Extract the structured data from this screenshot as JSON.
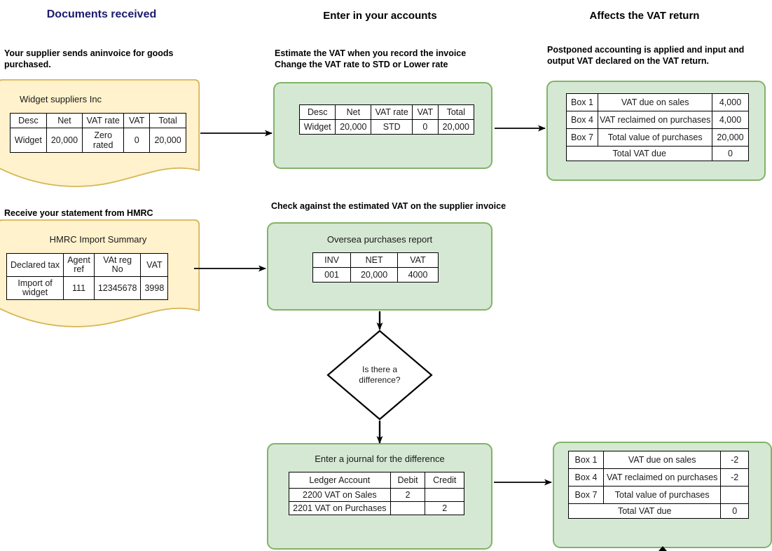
{
  "columns": [
    {
      "id": "documents-received",
      "title": "Documents received",
      "color": "#1b1a6e"
    },
    {
      "id": "enter-in-your-accounts",
      "title": "Enter in your accounts",
      "color": "#000000"
    },
    {
      "id": "affects-the-vat-return",
      "title": "Affects the VAT return",
      "color": "#000000"
    }
  ],
  "captions": {
    "supplier_invoice": "Your supplier sends aninvoice for goods purchased.",
    "estimate_vat": "Estimate the VAT when you record the invoice\nChange the VAT rate  to STD or Lower rate",
    "postponed_accounting": "Postponed accounting is applied and input and output VAT declared on the VAT return.",
    "hmrc_statement": "Receive your statement from HMRC",
    "check_estimate": "Check against the estimated VAT on the supplier invoice"
  },
  "supplier_invoice_card": {
    "title": "Widget suppliers Inc",
    "headers": [
      "Desc",
      "Net",
      "VAT rate",
      "VAT",
      "Total"
    ],
    "rows": [
      [
        "Widget",
        "20,000",
        "Zero rated",
        "0",
        "20,000"
      ]
    ]
  },
  "hmrc_card": {
    "title": "HMRC Import Summary",
    "headers": [
      "Declared tax",
      "Agent ref",
      "VAt reg No",
      "VAT"
    ],
    "rows": [
      [
        "Import of widget",
        "111",
        "12345678",
        "3998"
      ]
    ]
  },
  "accounts_entry_box": {
    "headers": [
      "Desc",
      "Net",
      "VAT rate",
      "VAT",
      "Total"
    ],
    "rows": [
      [
        "Widget",
        "20,000",
        "STD",
        "0",
        "20,000"
      ]
    ]
  },
  "oversea_report_box": {
    "title": "Oversea purchases report",
    "headers": [
      "INV",
      "NET",
      "VAT"
    ],
    "rows": [
      [
        "001",
        "20,000",
        "4000"
      ]
    ]
  },
  "decision": {
    "label": "Is there a\ndifference?"
  },
  "journal_box": {
    "title": "Enter a journal for the difference",
    "headers": [
      "Ledger Account",
      "Debit",
      "Credit"
    ],
    "rows": [
      [
        "2200 VAT on Sales",
        "2",
        ""
      ],
      [
        "2201 VAT on Purchases",
        "",
        "2"
      ]
    ]
  },
  "vat_return_top": {
    "rows": [
      {
        "box": "Box 1",
        "label": "VAT due on sales",
        "value": "4,000"
      },
      {
        "box": "Box 4",
        "label": "VAT reclaimed on purchases",
        "value": "4,000"
      },
      {
        "box": "Box 7",
        "label": "Total value of purchases",
        "value": "20,000"
      },
      {
        "box": "",
        "label": "Total VAT due",
        "value": "0",
        "span": true
      }
    ]
  },
  "vat_return_bottom": {
    "rows": [
      {
        "box": "Box 1",
        "label": "VAT due on sales",
        "value": "-2"
      },
      {
        "box": "Box 4",
        "label": "VAT reclaimed on purchases",
        "value": "-2"
      },
      {
        "box": "Box 7",
        "label": "Total value of purchases",
        "value": ""
      },
      {
        "box": "",
        "label": "Total VAT due",
        "value": "0",
        "span": true
      }
    ]
  },
  "theme": {
    "document_fill": "#fff2cc",
    "document_stroke": "#d6b656",
    "process_fill": "#d5e8d4",
    "process_stroke": "#82b366",
    "arrow_color": "#000000",
    "title_navy": "#1b1a6e"
  }
}
